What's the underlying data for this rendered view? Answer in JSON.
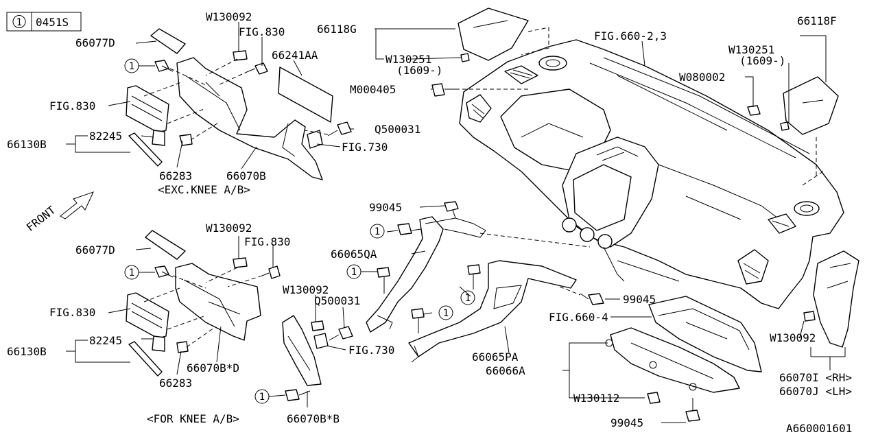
{
  "header": {
    "callout_number": "1",
    "code": "0451S"
  },
  "front_label": "FRONT",
  "footer_code": "A660001601",
  "labels": {
    "p66077D_top": "66077D",
    "w130092_top": "W130092",
    "fig830_top": "FIG.830",
    "p66241AA": "66241AA",
    "fig830_mid1": "FIG.830",
    "p82245_top": "82245",
    "p66130B_top": "66130B",
    "p66283_top": "66283",
    "p66070B": "66070B",
    "exc_knee": "<EXC.KNEE A/B>",
    "q500031_top": "Q500031",
    "fig730_top": "FIG.730",
    "p66118G": "66118G",
    "w130251_left": "W130251",
    "v1609_left": "(1609-)",
    "m000405": "M000405",
    "fig660_23": "FIG.660-2,3",
    "p66118F": "66118F",
    "w130251_right": "W130251",
    "v1609_right": "(1609-)",
    "w080002": "W080002",
    "p99045_top": "99045",
    "p66065QA": "66065QA",
    "w130092_mid": "W130092",
    "fig830_mid2": "FIG.830",
    "p66077D_bottom": "66077D",
    "fig830_bottom": "FIG.830",
    "p82245_bottom": "82245",
    "p66130B_bottom": "66130B",
    "p66283_bottom": "66283",
    "p66070BD": "66070B*D",
    "w130092_center": "W130092",
    "q500031_center": "Q500031",
    "fig730_bottom": "FIG.730",
    "for_knee": "<FOR KNEE A/B>",
    "p66070BB": "66070B*B",
    "p99045_mid": "99045",
    "fig660_4": "FIG.660-4",
    "p66065PA": "66065PA",
    "p66066A": "66066A",
    "w130112": "W130112",
    "p99045_bottom": "99045",
    "w130092_right": "W130092",
    "p66070I": "66070I <RH>",
    "p66070J": "66070J <LH>"
  },
  "callout": "1"
}
